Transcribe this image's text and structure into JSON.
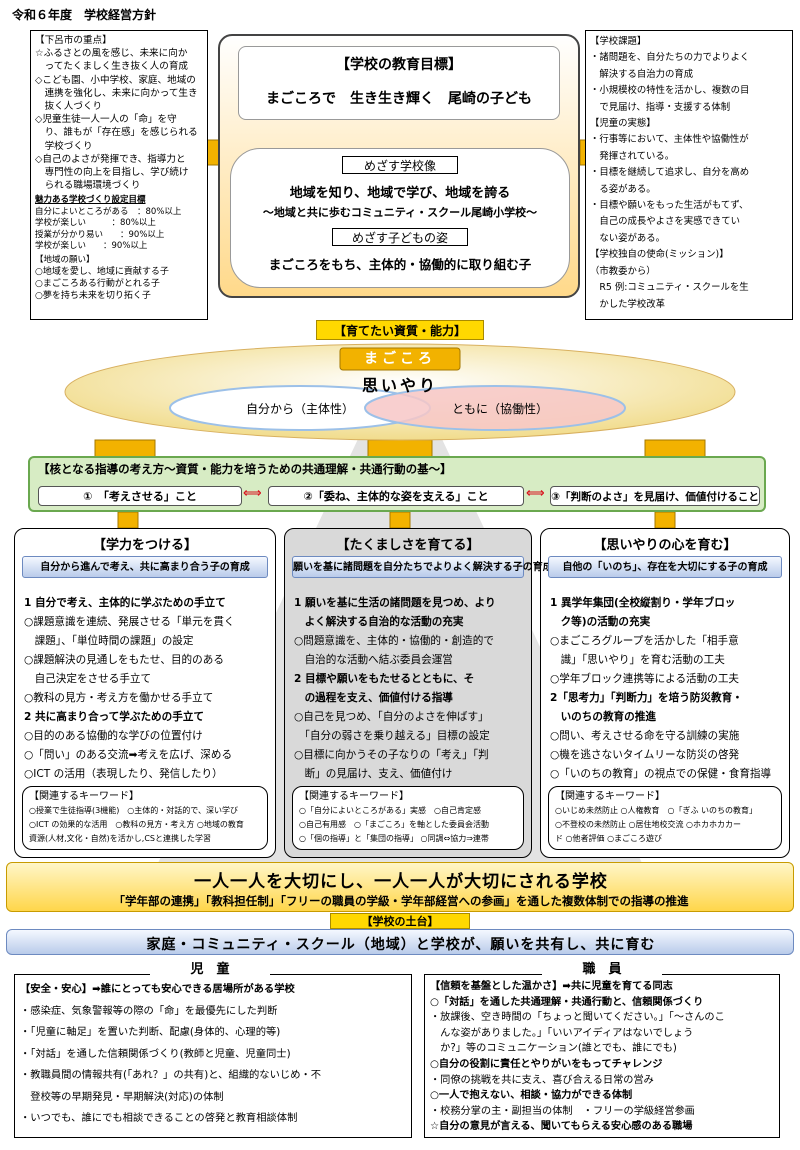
{
  "page_title": "令和６年度　学校経営方針",
  "left_top": {
    "lines": [
      "【下呂市の重点】",
      "☆ふるさとの風を感じ、未来に向か",
      "　ってたくましく生き抜く人の育成",
      "◇こども園、小中学校、家庭、地域の",
      "　連携を強化し、未来に向かって生き",
      "　抜く人づくり",
      "◇児童生徒一人一人の「命」を守",
      "　り、誰もが「存在感」を感じられる",
      "　学校づくり",
      "◇自己のよさが発揮でき、指導力と",
      "　専門性の向上を目指し、学び続け",
      "　られる職場環境づくり"
    ],
    "targets_title": "魅力ある学校づくり設定目標",
    "targets": [
      "自分によいところがある　：80%以上",
      "学校が楽しい　　　：80%以上",
      "授業が分かり易い　　：90%以上",
      "学校が楽しい　　：90%以上"
    ],
    "wish_title": "【地域の願い】",
    "wishes": [
      "○地域を愛し、地域に貢献する子",
      "○まごころある行動がとれる子",
      "○夢を持ち未来を切り拓く子"
    ]
  },
  "center_top": {
    "goal_label": "【学校の教育目標】",
    "goal_text": "まごころで　生き生き輝く　尾崎の子ども",
    "school_label": "めざす学校像",
    "school_text1": "地域を知り、地域で学び、地域を誇る",
    "school_text2": "～地域と共に歩むコミュニティ・スクール尾崎小学校～",
    "child_label": "めざす子どもの姿",
    "child_text": "まごころをもち、主体的・協働的に取り組む子"
  },
  "right_top": {
    "lines": [
      "【学校課題】",
      "・諸問題を、自分たちの力でよりよく",
      "　解決する自治力の育成",
      "・小規模校の特性を活かし、複数の目",
      "　で見届け、指導・支援する体制",
      "【児童の実態】",
      "・行事等において、主体性や協働性が",
      "　発揮されている。",
      "・目標を継続して追求し、自分を高め",
      "　る姿がある。",
      "・目標や願いをもった生活がもてず、",
      "　自己の成長やよさを実感できてい",
      "　ない姿がある。",
      "【学校独自の使命(ミッション)】",
      "（市教委から）",
      "　R5  例:コミュニティ・スクールを生",
      "　かした学校改革"
    ]
  },
  "qualities": {
    "title": "【育てたい資質・能力】",
    "magokoro": "まごころ",
    "omoiyari": "思いやり",
    "left": "自分から（主体性）",
    "right": "ともに（協働性）"
  },
  "core": {
    "title": "【核となる指導の考え方～資質・能力を培うための共通理解・共通行動の基～】",
    "items": [
      "①　「考えさせる」こと",
      "②「委ね、主体的な姿を支える」こと",
      "③「判断のよさ」を見届け、価値付けること"
    ]
  },
  "columns": [
    {
      "title": "【学力をつける】",
      "subtitle": "自分から進んで考え、共に高まり合う子の育成",
      "lines": [
        [
          "1 自分で考え、主体的に学ぶための手立て",
          true
        ],
        [
          "○課題意識を連続、発展させる「単元を貫く",
          false
        ],
        [
          "　課題」、「単位時間の課題」の設定",
          false
        ],
        [
          "○課題解決の見通しをもたせ、目的のある",
          false
        ],
        [
          "　自己決定をさせる手立て",
          false
        ],
        [
          "○教科の見方・考え方を働かせる手立て",
          false
        ],
        [
          "2 共に高まり合って学ぶための手立て",
          true
        ],
        [
          "○目的のある協働的な学びの位置付け",
          false
        ],
        [
          "○「問い」のある交流➡考えを広げ、深める",
          false
        ],
        [
          "○ICT の活用（表現したり、発信したり）",
          false
        ]
      ],
      "kw_title": "【関連するキーワード】",
      "kw": [
        "○授業で生徒指導(3機能)　○主体的・対話的で、深い学び",
        "○ICT の効果的な活用　○教科の見方・考え方 ○地域の教育",
        "資源(人材,文化・自然)を活かし,CSと連携した学習"
      ]
    },
    {
      "title": "【たくましさを育てる】",
      "subtitle": "願いを基に諸問題を自分たちでよりよく解決する子の育成",
      "lines": [
        [
          "1 願いを基に生活の諸問題を見つめ、より",
          true
        ],
        [
          "　よく解決する自治的な活動の充実",
          true
        ],
        [
          "○問題意識を、主体的・協働的・創造的で",
          false
        ],
        [
          "　自治的な活動へ結ぶ委員会運営",
          false
        ],
        [
          "2 目標や願いをもたせるとともに、そ",
          true
        ],
        [
          "　の過程を支え、価値付ける指導",
          true
        ],
        [
          "○自己を見つめ、「自分のよさを伸ばす」",
          false
        ],
        [
          "　「自分の弱さを乗り越える」目標の設定",
          false
        ],
        [
          "○目標に向かうその子なりの「考え」「判",
          false
        ],
        [
          "　断」の見届け、支え、価値付け",
          false
        ]
      ],
      "kw_title": "【関連するキーワード】",
      "kw": [
        "○「自分によいところがある」実感　○自己肯定感",
        "○自己有用感　○「まごころ」を軸とした委員会活動",
        "○「個の指導」と「集団の指導」 ○同調⇔協力⇒連帯"
      ]
    },
    {
      "title": "【思いやりの心を育む】",
      "subtitle": "自他の「いのち」、存在を大切にする子の育成",
      "lines": [
        [
          "1 異学年集団(全校縦割り・学年ブロッ",
          true
        ],
        [
          "　ク等)の活動の充実",
          true
        ],
        [
          "○まごころグループを活かした「相手意",
          false
        ],
        [
          "　識」「思いやり」を育む活動の工夫",
          false
        ],
        [
          "○学年ブロック連携等による活動の工夫",
          false
        ],
        [
          "2「思考力」「判断力」を培う防災教育・",
          true
        ],
        [
          "　いのちの教育の推進",
          true
        ],
        [
          "○問い、考えさせる命を守る訓練の実施",
          false
        ],
        [
          "○機を逃さないタイムリーな防災の啓発",
          false
        ],
        [
          "○「いのちの教育」の視点での保健・食育指導",
          false
        ]
      ],
      "kw_title": "【関連するキーワード】",
      "kw": [
        "○いじめ未然防止 ○人権教育　○「ぎふ いのちの教育」",
        "○不登校の未然防止 ○居住地校交流 ○ホカホカカー",
        "ド ○他者評価 ○まごころ遊び"
      ]
    }
  ],
  "slogan": {
    "main": "一人一人を大切にし、一人一人が大切にされる学校",
    "sub": "「学年部の連携」「教科担任制」「フリーの職員の学級・学年部経営への参画」を通した複数体制での指導の推進"
  },
  "foundation": {
    "tag": "【学校の土台】",
    "text": "家庭・コミュニティ・スクール（地域）と学校が、願いを共有し、共に育む"
  },
  "children": {
    "label": "児　童",
    "lines": [
      [
        "【安全・安心】➡誰にとっても安心できる居場所がある学校",
        true
      ],
      [
        "・感染症、気象警報等の際の「命」を最優先にした判断",
        false
      ],
      [
        "・「児童に軸足」を置いた判断、配慮(身体的、心理的等)",
        false
      ],
      [
        "・「対話」を通した信頼関係づくり(教師と児童、児童同士)",
        false
      ],
      [
        "・教職員間の情報共有(「あれ？」の共有)と、組織的ないじめ・不",
        false
      ],
      [
        "　登校等の早期発見・早期解決(対応)の体制",
        false
      ],
      [
        "・いつでも、誰にでも相談できることの啓発と教育相談体制",
        false
      ]
    ]
  },
  "staff": {
    "label": "職　員",
    "lines": [
      [
        "【信頼を基盤とした温かさ】➡共に児童を育てる同志",
        true
      ],
      [
        "○「対話」を通した共通理解・共通行動と、信頼関係づくり",
        true
      ],
      [
        "・放課後、空き時間の「ちょっと聞いてください。」「～さんのこ",
        false
      ],
      [
        "　んな姿がありました。」「いいアイディアはないでしょう",
        false
      ],
      [
        "　か?」等のコミュニケーション(誰とでも、誰にでも)",
        false
      ],
      [
        "○自分の役割に責任とやりがいをもってチャレンジ",
        true
      ],
      [
        "・同僚の挑戦を共に支え、喜び合える日常の営み",
        false
      ],
      [
        "○一人で抱えない、相談・協力ができる体制",
        true
      ],
      [
        "・校務分掌の主・副担当の体制　・フリーの学級経営参画",
        false
      ],
      [
        "☆自分の意見が言える、聞いてもらえる安心感のある職場",
        true
      ]
    ]
  }
}
